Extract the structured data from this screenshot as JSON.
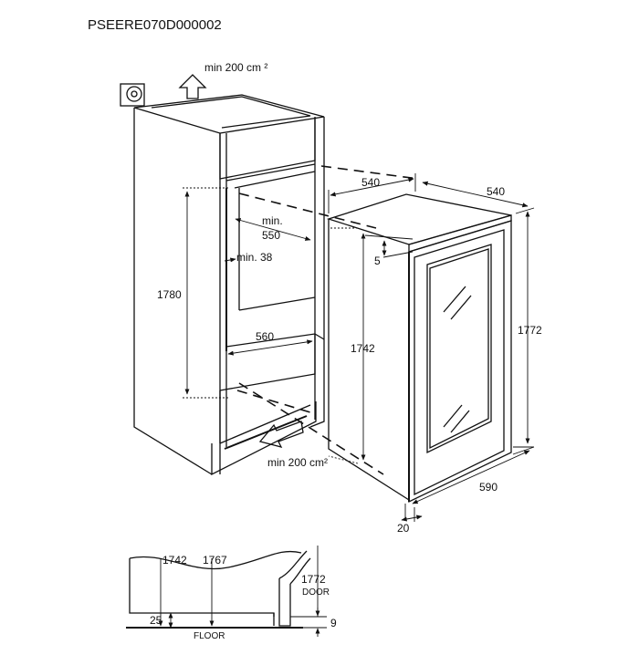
{
  "header": {
    "code": "PSEERE070D000002"
  },
  "niche": {
    "vent_top": "min 200 cm ²",
    "vent_bottom": "min 200 cm²",
    "height": "1780",
    "depth_min_line1": "min.",
    "depth_min_line2": "550",
    "gap_min": "min. 38",
    "width": "560"
  },
  "appliance": {
    "depth_top": "540",
    "width_top": "540",
    "gap_top": "5",
    "height_body": "1742",
    "height_total": "1772",
    "depth_total": "590",
    "door_offset": "20"
  },
  "floor_detail": {
    "h1": "1742",
    "h2": "1767",
    "h3": "1772",
    "door_label": "DOOR",
    "bottom_gap": "25",
    "floor_label": "FLOOR",
    "door_gap": "9"
  }
}
